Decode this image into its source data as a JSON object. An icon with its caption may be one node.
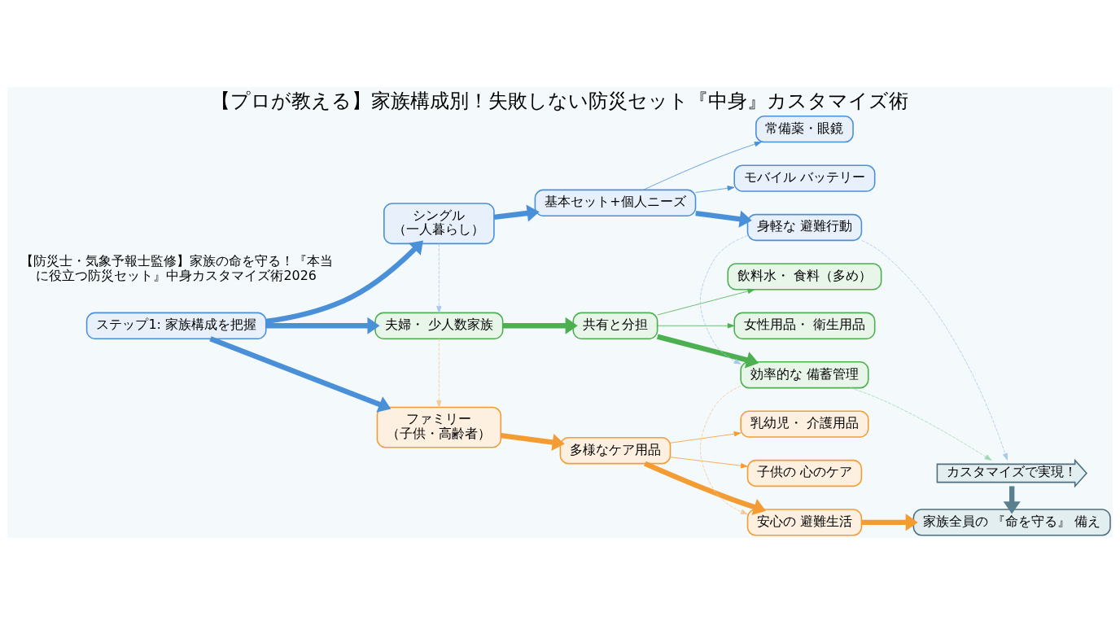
{
  "diagram": {
    "title": "【プロが教える】家族構成別！失敗しない防災セット『中身』カスタマイズ術",
    "nodes": [
      {
        "text": [
          "ステップ1: 家族構成を把握"
        ]
      },
      {
        "text": [
          "シングル",
          "（一人暮らし）"
        ]
      },
      {
        "text": [
          "夫婦・ 少人数家族"
        ]
      },
      {
        "text": [
          "ファミリー",
          "（子供・高齢者）"
        ]
      },
      {
        "text": [
          "基本セット+個人ニーズ"
        ]
      },
      {
        "text": [
          "常備薬・眼鏡"
        ]
      },
      {
        "text": [
          "モバイル バッテリー"
        ]
      },
      {
        "text": [
          "共有と分担"
        ]
      },
      {
        "text": [
          "飲料水・ 食料（多め）"
        ]
      },
      {
        "text": [
          "女性用品・ 衛生用品"
        ]
      },
      {
        "text": [
          "多様なケア用品"
        ]
      },
      {
        "text": [
          "乳幼児・ 介護用品"
        ]
      },
      {
        "text": [
          "子供の 心のケア"
        ]
      },
      {
        "text": [
          "身軽な 避難行動"
        ]
      },
      {
        "text": [
          "効率的な 備蓄管理"
        ]
      },
      {
        "text": [
          "安心の 避難生活"
        ]
      },
      {
        "text": [
          "カスタマイズで実現！"
        ]
      },
      {
        "text": [
          "家族全員の 『命を守る』 備え"
        ]
      }
    ],
    "edges": [
      {
        "from": 0,
        "to": 1,
        "arrow": "to",
        "style": "thick",
        "color": "#4a90d9"
      },
      {
        "from": 0,
        "to": 2,
        "arrow": "to",
        "style": "thick",
        "color": "#4a90d9"
      },
      {
        "from": 0,
        "to": 3,
        "arrow": "to",
        "style": "thick",
        "color": "#4a90d9"
      },
      {
        "from": 1,
        "to": 4,
        "arrow": "to",
        "style": "thick",
        "color": "#4a90d9"
      },
      {
        "from": 4,
        "to": 5,
        "arrow": "to",
        "color": "#4a90d9"
      },
      {
        "from": 4,
        "to": 6,
        "arrow": "to",
        "color": "#4a90d9"
      },
      {
        "from": 4,
        "to": 13,
        "arrow": "to",
        "style": "thick",
        "color": "#4a90d9"
      },
      {
        "from": 2,
        "to": 7,
        "arrow": "to",
        "style": "thick",
        "color": "#4caf50"
      },
      {
        "from": 7,
        "to": 8,
        "arrow": "to",
        "color": "#4caf50"
      },
      {
        "from": 7,
        "to": 9,
        "arrow": "to",
        "color": "#4caf50"
      },
      {
        "from": 7,
        "to": 14,
        "arrow": "to",
        "style": "thick",
        "color": "#4caf50"
      },
      {
        "from": 3,
        "to": 10,
        "arrow": "to",
        "style": "thick",
        "color": "#f39c34"
      },
      {
        "from": 10,
        "to": 11,
        "arrow": "to",
        "color": "#f39c34"
      },
      {
        "from": 10,
        "to": 12,
        "arrow": "to",
        "color": "#f39c34"
      },
      {
        "from": 10,
        "to": 15,
        "arrow": "to",
        "style": "thick",
        "color": "#f39c34"
      },
      {
        "from": 15,
        "to": 17,
        "arrow": "to",
        "style": "thick",
        "color": "#f39c34"
      },
      {
        "from": 16,
        "to": 17,
        "arrow": "to",
        "style": "thick",
        "color": "#5a7f8f"
      },
      {
        "from": 1,
        "to": 2,
        "arrow": "to",
        "style": "dashed",
        "color": "#a9c7e8"
      },
      {
        "from": 2,
        "to": 3,
        "arrow": "to",
        "style": "dashed",
        "color": "#f5c89a"
      },
      {
        "from": 13,
        "to": 14,
        "arrow": "to",
        "style": "dashed",
        "color": "#a9c7e8"
      },
      {
        "from": 14,
        "to": 15,
        "arrow": "to",
        "style": "dashed",
        "color": "#f5c89a"
      },
      {
        "from": 13,
        "to": 16,
        "arrow": "to",
        "style": "dashed",
        "color": "#a9c7e8"
      },
      {
        "from": 14,
        "to": 16,
        "arrow": "to",
        "style": "dashed",
        "color": "#9fd8b0"
      }
    ],
    "labels": [
      "【防災士・気象予報士監修】家族の命を守る！『本当に役立つ防災セット』中身カスタマイズ術2026"
    ]
  }
}
